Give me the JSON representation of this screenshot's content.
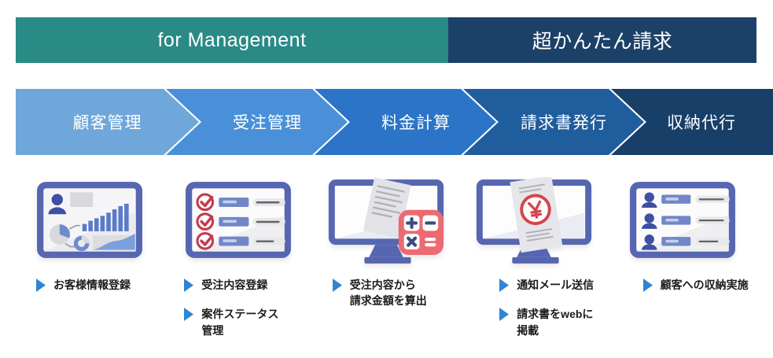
{
  "header": {
    "left_label": "for Management",
    "left_bg": "#2a8a86",
    "right_label": "超かんたん請求",
    "right_bg": "#1c4168"
  },
  "steps": [
    {
      "label": "顧客管理",
      "color": "#6fa7db",
      "icon": "dashboard-chart",
      "bullets": [
        "お客様情報登録"
      ]
    },
    {
      "label": "受注管理",
      "color": "#4a90d8",
      "icon": "order-checklist",
      "bullets": [
        "受注内容登録",
        "案件ステータス\n管理"
      ]
    },
    {
      "label": "料金計算",
      "color": "#2b74c8",
      "icon": "calculator-monitor",
      "bullets": [
        "受注内容から\n請求金額を算出"
      ]
    },
    {
      "label": "請求書発行",
      "color": "#205d9d",
      "icon": "invoice-monitor",
      "bullets": [
        "通知メール送信",
        "請求書をwebに\n掲載"
      ]
    },
    {
      "label": "収納代行",
      "color": "#173f68",
      "icon": "customer-roster",
      "bullets": [
        "顧客への収納実施"
      ]
    }
  ],
  "bullet_marker_color": "#2e86d3",
  "icon_colors": {
    "frame": "#5766b1",
    "person": "#3e50a3",
    "bar_blue": "#7187c7",
    "accent_red": "#c43a4e",
    "calculator_red": "#ec6a72"
  }
}
